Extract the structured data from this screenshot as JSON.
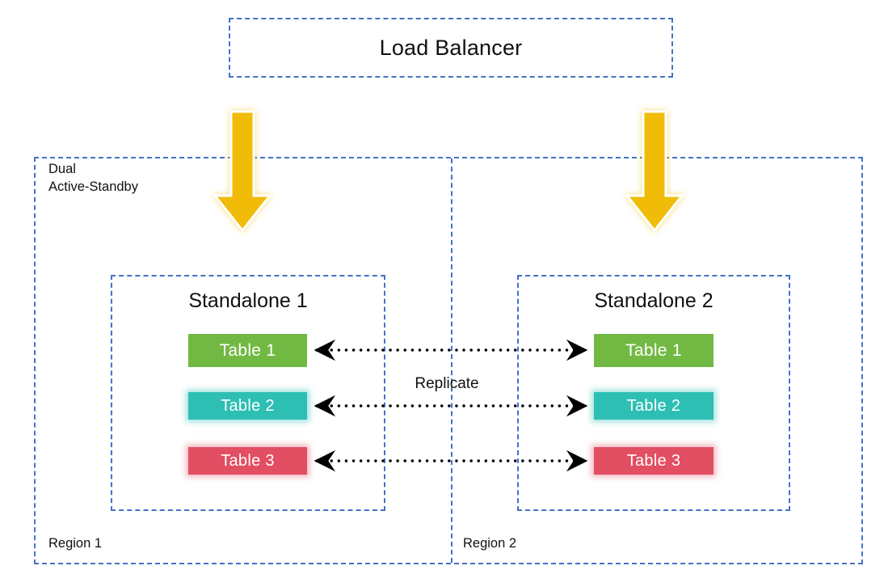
{
  "diagram": {
    "title_box": {
      "label": "Load Balancer",
      "border_color": "#4472C4"
    },
    "outer_region": {
      "label": "Dual\nActive-Standby",
      "border_color": "#4472C4"
    },
    "regions": [
      {
        "label": "Region 1"
      },
      {
        "label": "Region 2"
      }
    ],
    "arrows": {
      "color": "#F0BC08",
      "left_name": "down-arrow-left",
      "right_name": "down-arrow-right"
    },
    "connector": {
      "label": "Replicate",
      "style": "dotted",
      "color": "#000000",
      "heads": "double"
    },
    "standalones": [
      {
        "title": "Standalone 1",
        "tables": [
          {
            "label": "Table 1",
            "color": "#72B944"
          },
          {
            "label": "Table 2",
            "color": "#2DBFB4"
          },
          {
            "label": "Table 3",
            "color": "#E24E62"
          }
        ]
      },
      {
        "title": "Standalone 2",
        "tables": [
          {
            "label": "Table 1",
            "color": "#72B944"
          },
          {
            "label": "Table 2",
            "color": "#2DBFB4"
          },
          {
            "label": "Table 3",
            "color": "#E24E62"
          }
        ]
      }
    ]
  }
}
